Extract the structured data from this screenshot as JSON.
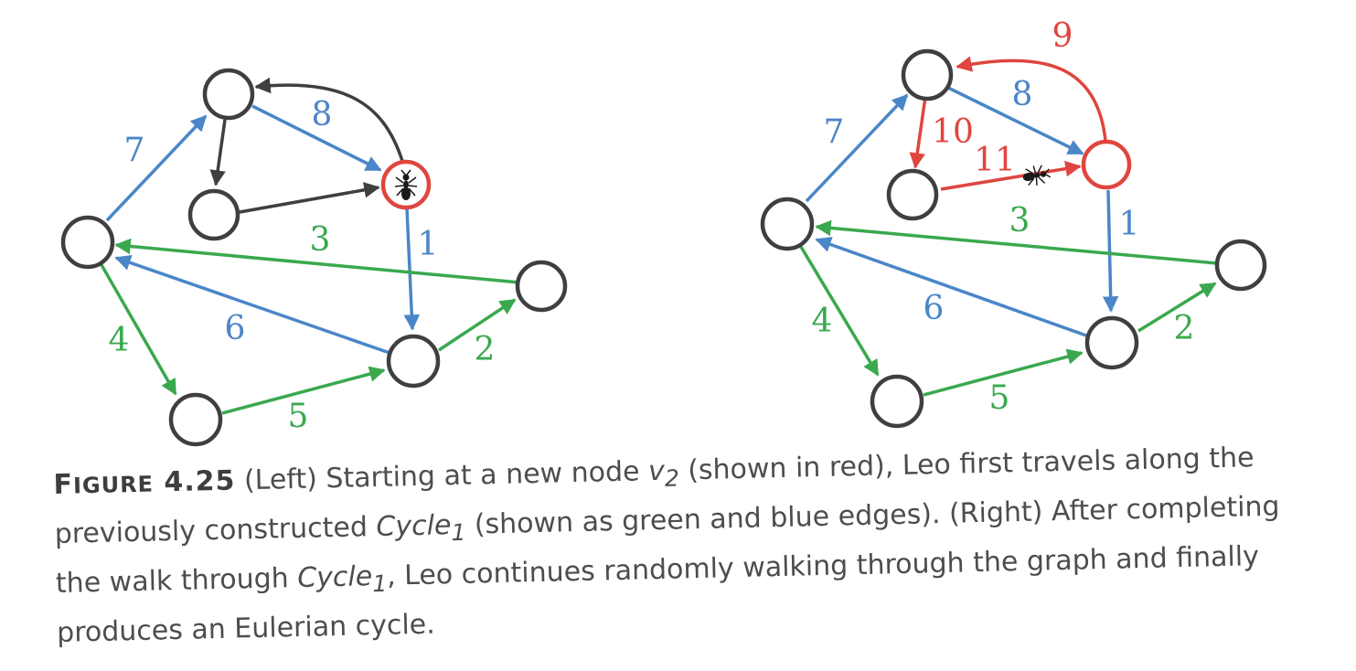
{
  "colors": {
    "blue": "#4a86c8",
    "green": "#3aa84e",
    "gray": "#3f3f3f",
    "red": "#e0453f"
  },
  "icons": {
    "walker": "ant-icon"
  },
  "left_graph": {
    "edges": [
      {
        "label": "1",
        "color": "blue"
      },
      {
        "label": "2",
        "color": "green"
      },
      {
        "label": "3",
        "color": "green"
      },
      {
        "label": "4",
        "color": "green"
      },
      {
        "label": "5",
        "color": "green"
      },
      {
        "label": "6",
        "color": "blue"
      },
      {
        "label": "7",
        "color": "blue"
      },
      {
        "label": "8",
        "color": "blue"
      }
    ]
  },
  "right_graph": {
    "edges": [
      {
        "label": "1",
        "color": "blue"
      },
      {
        "label": "2",
        "color": "green"
      },
      {
        "label": "3",
        "color": "green"
      },
      {
        "label": "4",
        "color": "green"
      },
      {
        "label": "5",
        "color": "green"
      },
      {
        "label": "6",
        "color": "blue"
      },
      {
        "label": "7",
        "color": "blue"
      },
      {
        "label": "8",
        "color": "blue"
      },
      {
        "label": "9",
        "color": "red"
      },
      {
        "label": "10",
        "color": "red"
      },
      {
        "label": "11",
        "color": "red"
      }
    ]
  },
  "caption": {
    "label_first": "F",
    "label_rest": "IGURE",
    "number": "4.25",
    "p1": "(Left) Starting at a new node",
    "v": "v",
    "v_sub": "2",
    "p2": "(shown in red), Leo first travels along the previously constructed",
    "cycle": "Cycle",
    "cycle_sub": "1",
    "p3": "(shown as green and blue edges). (Right) After completing the walk through",
    "p4": ", Leo continues randomly walking through the graph and finally produces an Eulerian cycle."
  }
}
